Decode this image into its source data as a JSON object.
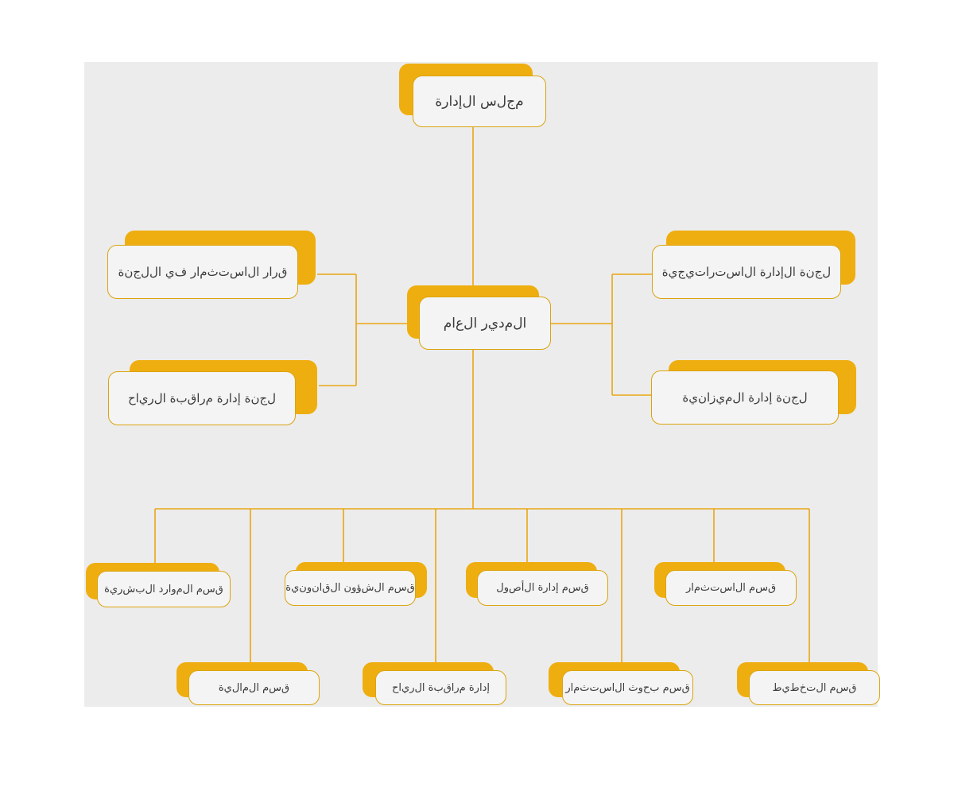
{
  "diagram": {
    "type": "org-chart",
    "language": "ar",
    "direction": "rtl",
    "colors": {
      "page_bg": "#ffffff",
      "panel_bg": "#ececec",
      "shadow": "#efae10",
      "box_fill": "#f4f4f4",
      "box_border": "#dba40e",
      "connector": "#eaa714",
      "text": "#3a3a3a"
    },
    "nodes": {
      "board": {
        "label": "مجلس الإدارة"
      },
      "gm": {
        "label": "المدير العام"
      },
      "invdecision": {
        "label": "قرار الاستثمار في اللجنة"
      },
      "windcommittee": {
        "label": "لجنة إدارة مراقبة الرياح"
      },
      "strategic": {
        "label": "لجنة الإدارة الاستراتيجية"
      },
      "budget": {
        "label": "لجنة إدارة الميزانية"
      },
      "hr": {
        "label": "قسم الموارد البشرية"
      },
      "legal": {
        "label": "قسم الشؤون القانونية"
      },
      "assets": {
        "label": "قسم إدارة الأصول"
      },
      "investment": {
        "label": "قسم الاستثمار"
      },
      "finance": {
        "label": "قسم المالية"
      },
      "windadmin": {
        "label": "إدارة مراقبة الرياح"
      },
      "invresearch": {
        "label": "قسم بحوث الاستثمار"
      },
      "planning": {
        "label": "قسم التخطيط"
      }
    },
    "edges": [
      {
        "from": "board",
        "to": "gm"
      },
      {
        "from": "gm",
        "to": "invdecision"
      },
      {
        "from": "gm",
        "to": "windcommittee"
      },
      {
        "from": "gm",
        "to": "strategic"
      },
      {
        "from": "gm",
        "to": "budget"
      },
      {
        "from": "gm",
        "to": "hr"
      },
      {
        "from": "gm",
        "to": "legal"
      },
      {
        "from": "gm",
        "to": "assets"
      },
      {
        "from": "gm",
        "to": "investment"
      },
      {
        "from": "gm",
        "to": "finance"
      },
      {
        "from": "gm",
        "to": "windadmin"
      },
      {
        "from": "gm",
        "to": "invresearch"
      },
      {
        "from": "gm",
        "to": "planning"
      }
    ]
  }
}
